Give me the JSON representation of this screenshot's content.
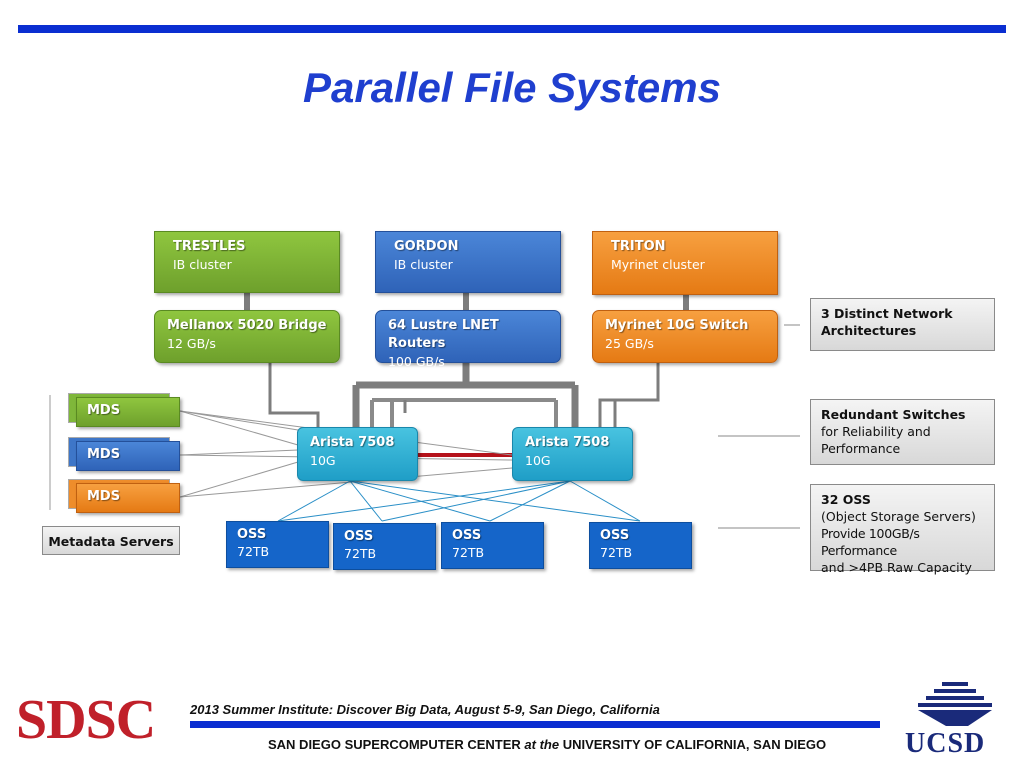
{
  "slide": {
    "title": "Parallel File Systems",
    "colors": {
      "accent_bar": "#0a2ed1",
      "title": "#1f3fcf",
      "sdsc_red": "#c0202a",
      "ucsd_navy": "#1a2a7a"
    }
  },
  "clusters": [
    {
      "name": "TRESTLES",
      "type": "IB cluster",
      "color": "green"
    },
    {
      "name": "GORDON",
      "type": "IB cluster",
      "color": "blue"
    },
    {
      "name": "TRITON",
      "type": "Myrinet cluster",
      "color": "orange"
    }
  ],
  "interconnects": [
    {
      "name": "Mellanox 5020 Bridge",
      "speed": "12 GB/s"
    },
    {
      "name": "64 Lustre LNET Routers",
      "speed": "100 GB/s"
    },
    {
      "name": "Myrinet 10G Switch",
      "speed": "25 GB/s"
    }
  ],
  "switches": [
    {
      "name": "Arista 7508",
      "speed": "10G"
    },
    {
      "name": "Arista 7508",
      "speed": "10G"
    }
  ],
  "mds": [
    {
      "label": "MDS",
      "color": "green"
    },
    {
      "label": "MDS",
      "color": "blue"
    },
    {
      "label": "MDS",
      "color": "orange"
    }
  ],
  "metadata_label": "Metadata Servers",
  "oss": [
    {
      "label": "OSS",
      "size": "72TB"
    },
    {
      "label": "OSS",
      "size": "72TB"
    },
    {
      "label": "OSS",
      "size": "72TB"
    },
    {
      "label": "OSS",
      "size": "72TB"
    }
  ],
  "notes": {
    "network": {
      "line1": "3 Distinct Network",
      "line2": "Architectures"
    },
    "switches": {
      "title": "Redundant Switches",
      "line1": "for Reliability and",
      "line2": "Performance"
    },
    "oss": {
      "title": "32 OSS",
      "line1": "(Object Storage Servers)",
      "line2": "Provide 100GB/s Performance",
      "line3": "and >4PB Raw Capacity"
    }
  },
  "footer": {
    "logo_left": "SDSC",
    "event": "2013 Summer Institute: Discover Big Data, August 5-9, San Diego, California",
    "center_part1": "SAN DIEGO SUPERCOMPUTER CENTER ",
    "center_part2": "at the",
    "center_part3": " UNIVERSITY OF CALIFORNIA, SAN DIEGO",
    "logo_right": "UCSD"
  }
}
